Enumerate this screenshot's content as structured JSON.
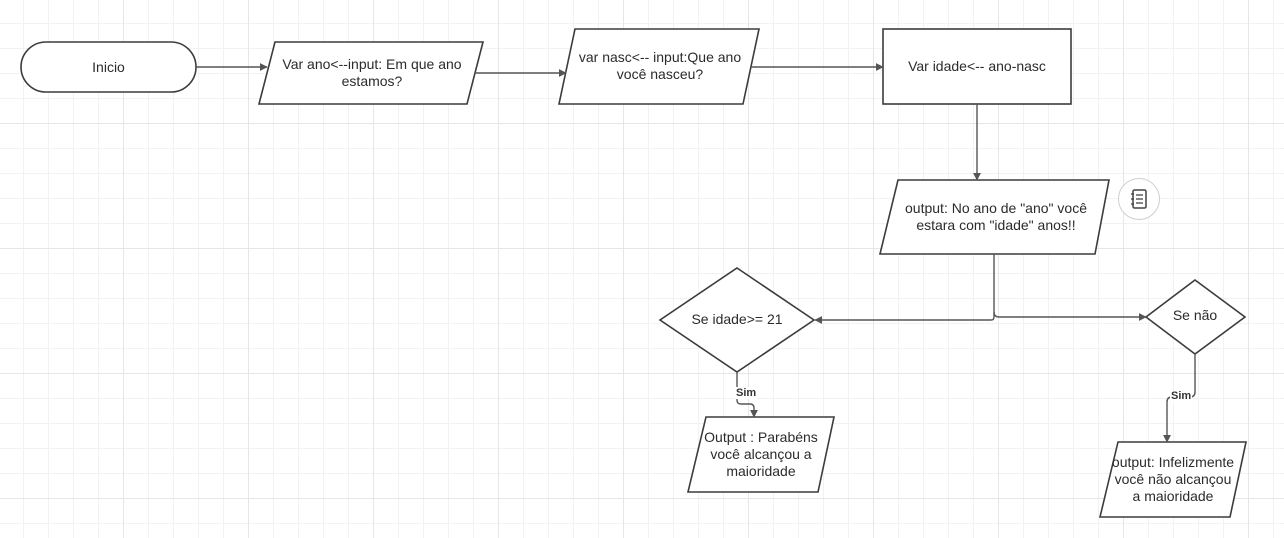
{
  "nodes": {
    "inicio": {
      "text": "Inicio"
    },
    "input_ano": {
      "text": "Var ano<--input: Em que ano\nestamos?"
    },
    "input_nasc": {
      "text": "var nasc<-- input:Que ano\nvocê nasceu?"
    },
    "calc_idade": {
      "text": "Var idade<-- ano-nasc"
    },
    "output_idade": {
      "text": "output: No ano de \"ano\" você\nestara com \"idade\" anos!!"
    },
    "decision_idade": {
      "text": "Se idade>= 21"
    },
    "decision_senao": {
      "text": "Se não"
    },
    "output_parabens": {
      "text": "Output : Parabéns\nvocê alcançou a\nmaioridade"
    },
    "output_infelizmente": {
      "text": "output: Infelizmente\nvocê não alcançou\na maioridade"
    }
  },
  "edges": {
    "sim_left": {
      "label": "Sim"
    },
    "sim_right": {
      "label": "Sim"
    }
  },
  "colors": {
    "stroke": "#3c3c3c",
    "edge": "#555555",
    "grid": "#e6e6e6"
  },
  "icons": {
    "notes": "notes-icon"
  }
}
